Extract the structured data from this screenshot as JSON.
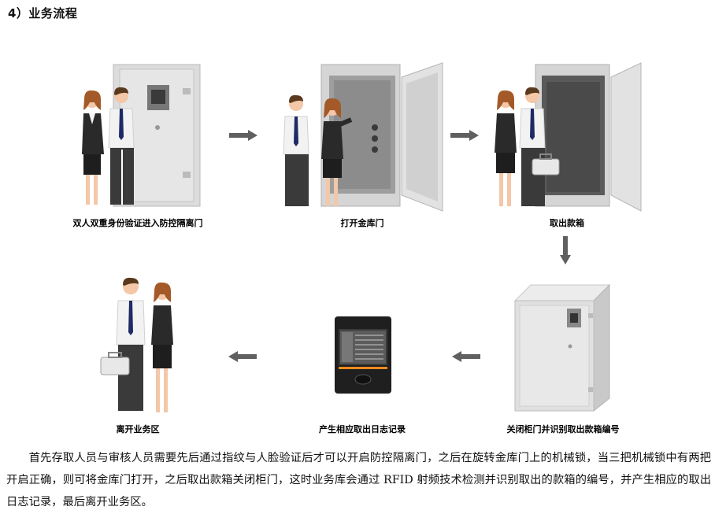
{
  "section_heading": "4）业务流程",
  "steps": [
    {
      "caption": "双人双重身份验证进入防控隔离门"
    },
    {
      "caption": "打开金库门"
    },
    {
      "caption": "取出款箱"
    },
    {
      "caption": "关闭柜门并识别取出款箱编号"
    },
    {
      "caption": "产生相应取出日志记录"
    },
    {
      "caption": "离开业务区"
    }
  ],
  "description": "首先存取人员与审核人员需要先后通过指纹与人脸验证后才可以开启防控隔离门，之后在旋转金库门上的机械锁，当三把机械锁中有两把开启正确，则可将金库门打开，之后取出款箱关闭柜门，这时业务库会通过 RFID 射频技术检测并识别取出的款箱的编号，并产生相应的取出日志记录，最后离开业务区。",
  "colors": {
    "arrow": "#606060",
    "vault": "#d9d9d9",
    "vault_dark": "#a9a9a9",
    "suit": "#2a2a2a",
    "tie": "#1e2a66",
    "terminal_accent": "#f08a1c"
  }
}
